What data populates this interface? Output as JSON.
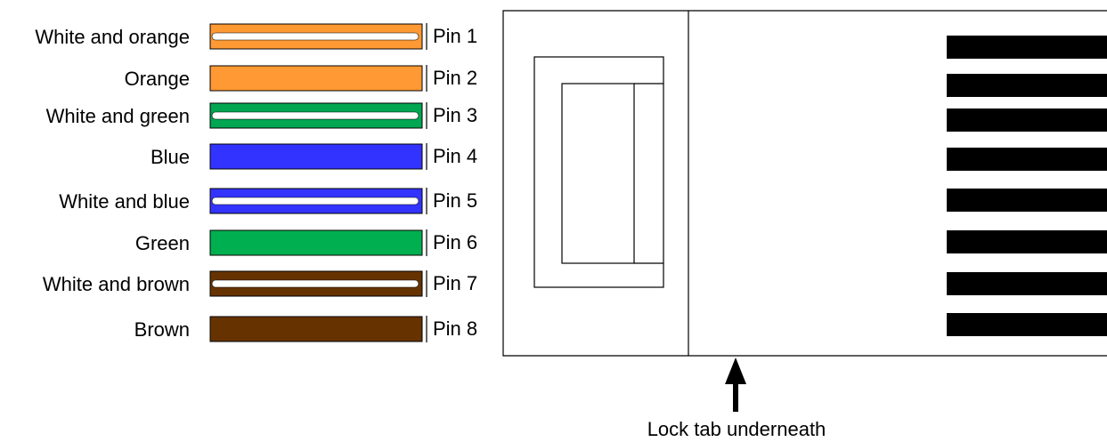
{
  "wires": [
    {
      "color_label": "White and orange",
      "pin_label": "Pin 1",
      "color": "#ff9933",
      "striped": true
    },
    {
      "color_label": "Orange",
      "pin_label": "Pin 2",
      "color": "#ff9933",
      "striped": false
    },
    {
      "color_label": "White and green",
      "pin_label": "Pin 3",
      "color": "#00a651",
      "striped": true
    },
    {
      "color_label": "Blue",
      "pin_label": "Pin 4",
      "color": "#3333ff",
      "striped": false
    },
    {
      "color_label": "White and blue",
      "pin_label": "Pin 5",
      "color": "#3333ff",
      "striped": true
    },
    {
      "color_label": "Green",
      "pin_label": "Pin 6",
      "color": "#00b050",
      "striped": false
    },
    {
      "color_label": "White and brown",
      "pin_label": "Pin 7",
      "color": "#663300",
      "striped": true
    },
    {
      "color_label": "Brown",
      "pin_label": "Pin 8",
      "color": "#663300",
      "striped": false
    }
  ],
  "connector": {
    "lock_tab_label": "Lock tab underneath",
    "contact_count": 8
  }
}
